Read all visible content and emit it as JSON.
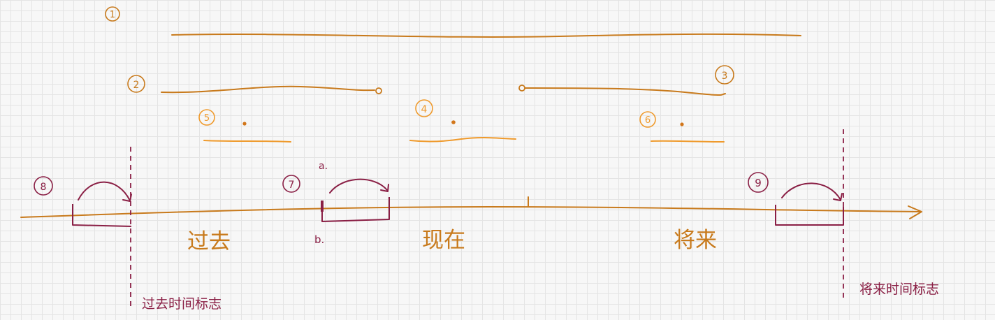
{
  "colors": {
    "tense": "#c87a1c",
    "bright": "#ef9a2c",
    "marker": "#8a1f45",
    "background": "#f7f7f7",
    "grid": "#e4e4e4"
  },
  "labels": {
    "n1": "1",
    "n2": "2",
    "n3": "3",
    "n4": "4",
    "n5": "5",
    "n6": "6",
    "n7": "7",
    "n8": "8",
    "n9": "9",
    "a": "a.",
    "b": "b.",
    "past": "过去",
    "present": "现在",
    "future": "将来",
    "past_marker": "过去时间标志",
    "future_marker": "将来时间标志"
  }
}
